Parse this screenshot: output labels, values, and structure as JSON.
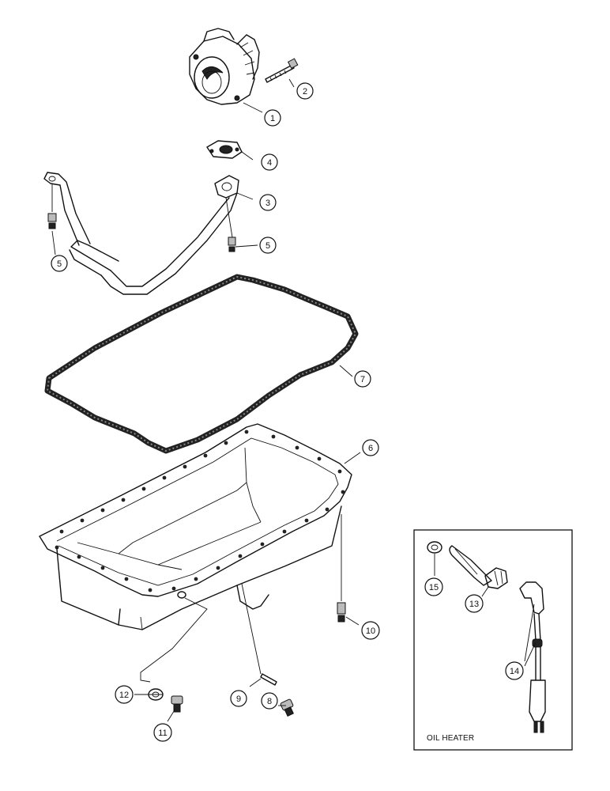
{
  "callouts": [
    {
      "id": "c1",
      "label": "1"
    },
    {
      "id": "c2",
      "label": "2"
    },
    {
      "id": "c3",
      "label": "3"
    },
    {
      "id": "c4",
      "label": "4"
    },
    {
      "id": "c5a",
      "label": "5"
    },
    {
      "id": "c5b",
      "label": "5"
    },
    {
      "id": "c6",
      "label": "6"
    },
    {
      "id": "c7",
      "label": "7"
    },
    {
      "id": "c8",
      "label": "8"
    },
    {
      "id": "c9",
      "label": "9"
    },
    {
      "id": "c10",
      "label": "10"
    },
    {
      "id": "c11",
      "label": "11"
    },
    {
      "id": "c12",
      "label": "12"
    },
    {
      "id": "c13",
      "label": "13"
    },
    {
      "id": "c14",
      "label": "14"
    },
    {
      "id": "c15",
      "label": "15"
    }
  ],
  "inset": {
    "title": "OIL HEATER"
  }
}
